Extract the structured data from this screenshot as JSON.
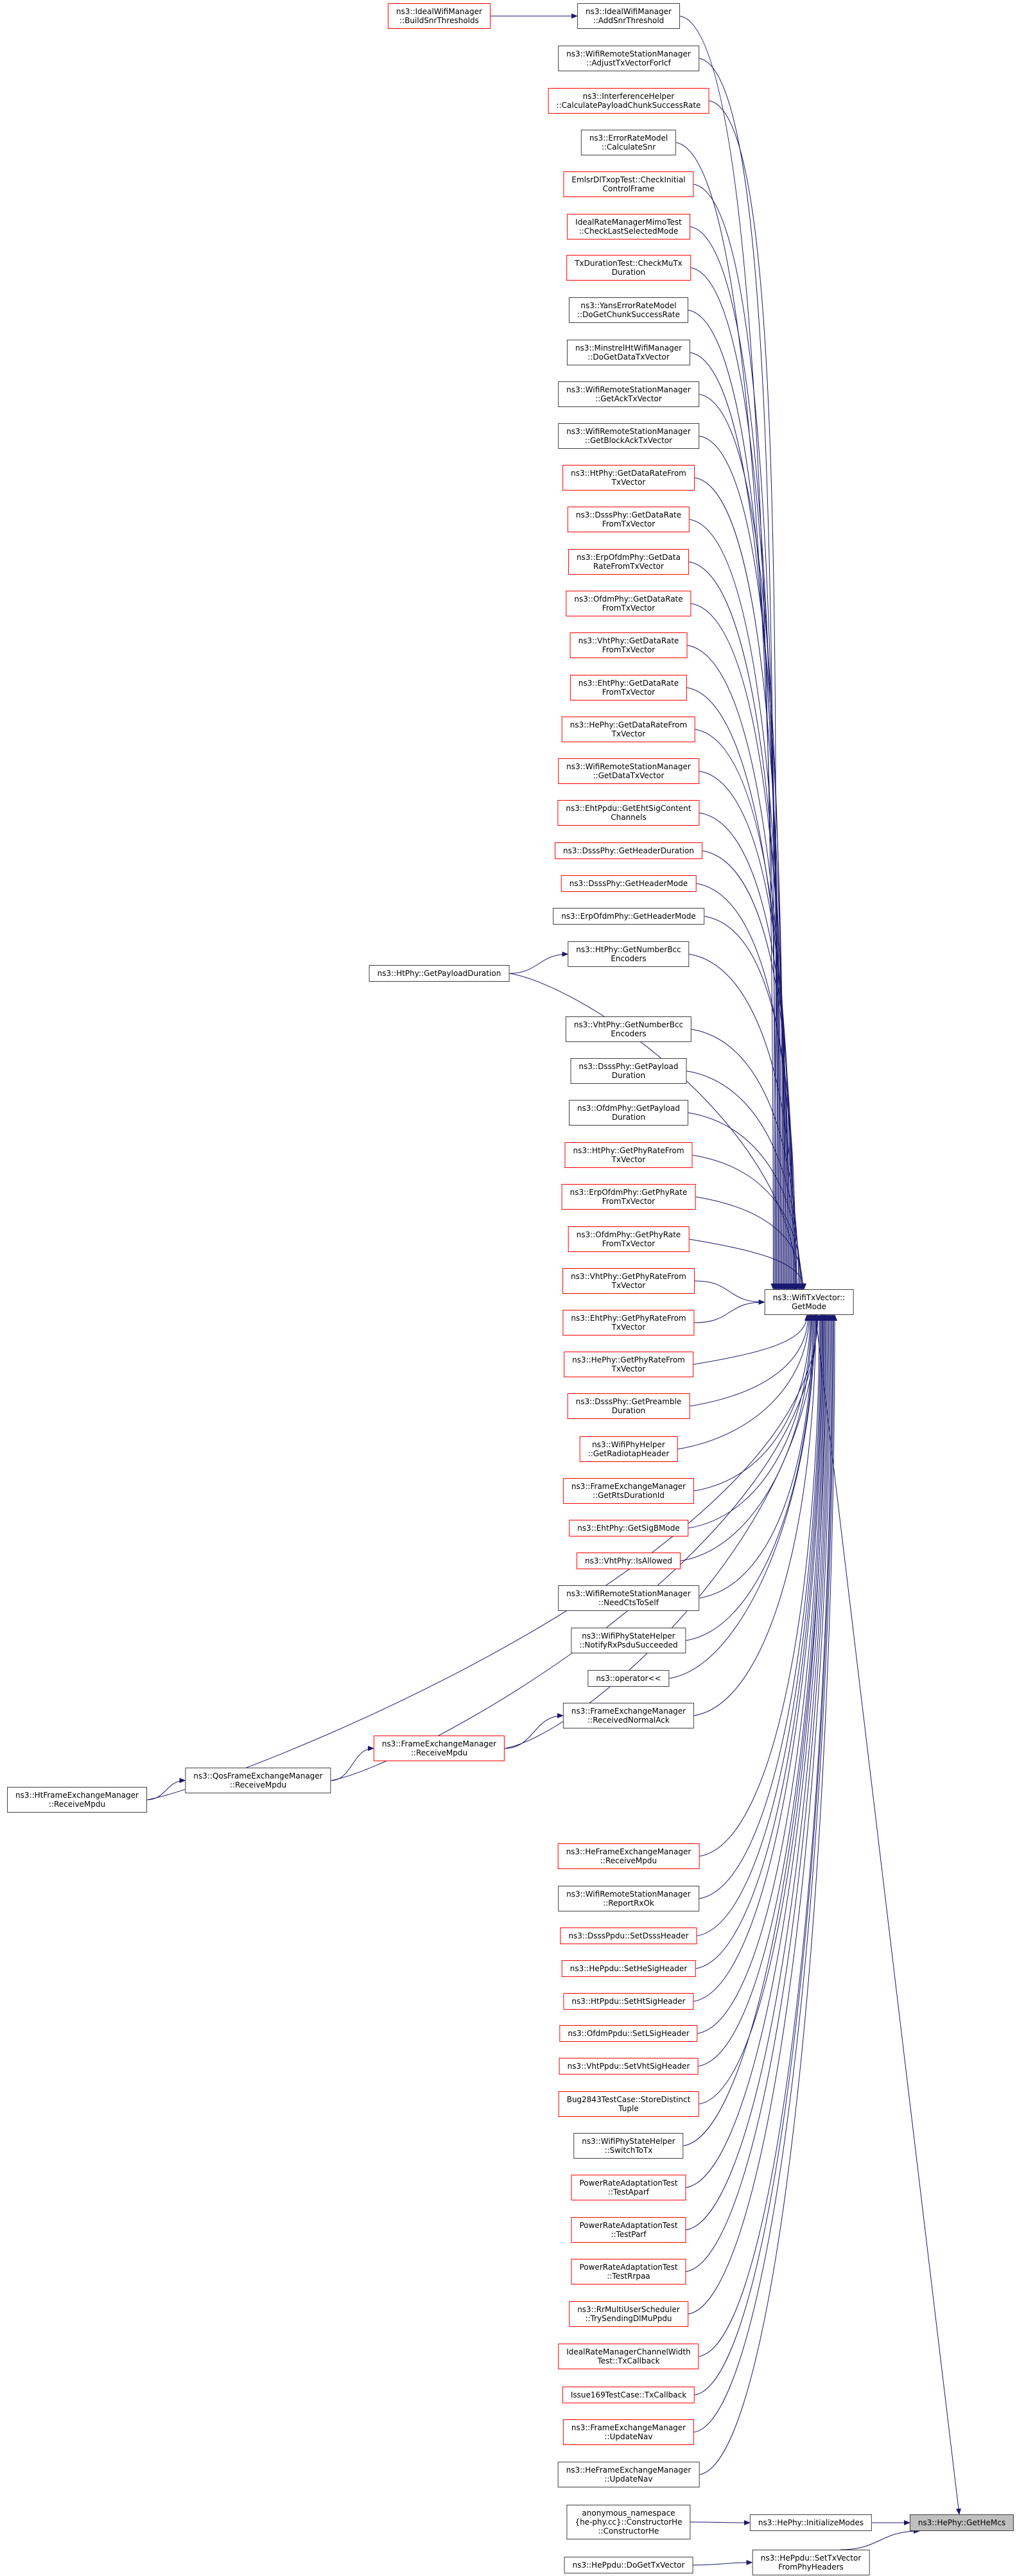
{
  "colors": {
    "edge": "#191970",
    "red_border": "#ff0000",
    "black_border": "#404040",
    "current_fill": "#bfbfbf"
  },
  "nodes": [
    {
      "label": "ns3::IdealWifiManager\n::AddSnrThreshold",
      "style": "black"
    },
    {
      "label": "ns3::WifiRemoteStationManager\n::AdjustTxVectorForIcf",
      "style": "black"
    },
    {
      "label": "ns3::InterferenceHelper\n::CalculatePayloadChunkSuccessRate",
      "style": "red"
    },
    {
      "label": "ns3::ErrorRateModel\n::CalculateSnr",
      "style": "black"
    },
    {
      "label": "EmlsrDlTxopTest::CheckInitial\nControlFrame",
      "style": "red"
    },
    {
      "label": "IdealRateManagerMimoTest\n::CheckLastSelectedMode",
      "style": "red"
    },
    {
      "label": "TxDurationTest::CheckMuTx\nDuration",
      "style": "red"
    },
    {
      "label": "ns3::YansErrorRateModel\n::DoGetChunkSuccessRate",
      "style": "black"
    },
    {
      "label": "ns3::MinstrelHtWifiManager\n::DoGetDataTxVector",
      "style": "black"
    },
    {
      "label": "ns3::WifiRemoteStationManager\n::GetAckTxVector",
      "style": "black"
    },
    {
      "label": "ns3::WifiRemoteStationManager\n::GetBlockAckTxVector",
      "style": "black"
    },
    {
      "label": "ns3::HtPhy::GetDataRateFrom\nTxVector",
      "style": "red"
    },
    {
      "label": "ns3::DsssPhy::GetDataRate\nFromTxVector",
      "style": "red"
    },
    {
      "label": "ns3::ErpOfdmPhy::GetData\nRateFromTxVector",
      "style": "red"
    },
    {
      "label": "ns3::OfdmPhy::GetDataRate\nFromTxVector",
      "style": "red"
    },
    {
      "label": "ns3::VhtPhy::GetDataRate\nFromTxVector",
      "style": "red"
    },
    {
      "label": "ns3::EhtPhy::GetDataRate\nFromTxVector",
      "style": "red"
    },
    {
      "label": "ns3::HePhy::GetDataRateFrom\nTxVector",
      "style": "red"
    },
    {
      "label": "ns3::WifiRemoteStationManager\n::GetDataTxVector",
      "style": "red"
    },
    {
      "label": "ns3::EhtPpdu::GetEhtSigContent\nChannels",
      "style": "red"
    },
    {
      "label": "ns3::DsssPhy::GetHeaderDuration",
      "style": "red"
    },
    {
      "label": "ns3::DsssPhy::GetHeaderMode",
      "style": "red"
    },
    {
      "label": "ns3::ErpOfdmPhy::GetHeaderMode",
      "style": "black"
    },
    {
      "label": "ns3::HtPhy::GetNumberBcc\nEncoders",
      "style": "black"
    },
    {
      "label": "ns3::VhtPhy::GetNumberBcc\nEncoders",
      "style": "black"
    },
    {
      "label": "ns3::DsssPhy::GetPayload\nDuration",
      "style": "black"
    },
    {
      "label": "ns3::OfdmPhy::GetPayload\nDuration",
      "style": "black"
    },
    {
      "label": "ns3::HtPhy::GetPhyRateFrom\nTxVector",
      "style": "red"
    },
    {
      "label": "ns3::ErpOfdmPhy::GetPhyRate\nFromTxVector",
      "style": "red"
    },
    {
      "label": "ns3::OfdmPhy::GetPhyRate\nFromTxVector",
      "style": "red"
    },
    {
      "label": "ns3::VhtPhy::GetPhyRateFrom\nTxVector",
      "style": "red"
    },
    {
      "label": "ns3::EhtPhy::GetPhyRateFrom\nTxVector",
      "style": "red"
    },
    {
      "label": "ns3::HePhy::GetPhyRateFrom\nTxVector",
      "style": "red"
    },
    {
      "label": "ns3::DsssPhy::GetPreamble\nDuration",
      "style": "red"
    },
    {
      "label": "ns3::WifiPhyHelper\n::GetRadiotapHeader",
      "style": "red"
    },
    {
      "label": "ns3::FrameExchangeManager\n::GetRtsDurationId",
      "style": "red"
    },
    {
      "label": "ns3::EhtPhy::GetSigBMode",
      "style": "red"
    },
    {
      "label": "ns3::VhtPhy::IsAllowed",
      "style": "red"
    },
    {
      "label": "ns3::WifiRemoteStationManager\n::NeedCtsToSelf",
      "style": "black"
    },
    {
      "label": "ns3::WifiPhyStateHelper\n::NotifyRxPsduSucceeded",
      "style": "black"
    },
    {
      "label": "ns3::operator<<",
      "style": "black"
    },
    {
      "label": "ns3::FrameExchangeManager\n::ReceivedNormalAck",
      "style": "black"
    },
    {
      "label": "ns3::HeFrameExchangeManager\n::ReceiveMpdu",
      "style": "red"
    },
    {
      "label": "ns3::WifiRemoteStationManager\n::ReportRxOk",
      "style": "black"
    },
    {
      "label": "ns3::DsssPpdu::SetDsssHeader",
      "style": "red"
    },
    {
      "label": "ns3::HePpdu::SetHeSigHeader",
      "style": "red"
    },
    {
      "label": "ns3::HtPpdu::SetHtSigHeader",
      "style": "red"
    },
    {
      "label": "ns3::OfdmPpdu::SetLSigHeader",
      "style": "red"
    },
    {
      "label": "ns3::VhtPpdu::SetVhtSigHeader",
      "style": "red"
    },
    {
      "label": "Bug2843TestCase::StoreDistinct\nTuple",
      "style": "red"
    },
    {
      "label": "ns3::WifiPhyStateHelper\n::SwitchToTx",
      "style": "black"
    },
    {
      "label": "PowerRateAdaptationTest\n::TestAparf",
      "style": "red"
    },
    {
      "label": "PowerRateAdaptationTest\n::TestParf",
      "style": "red"
    },
    {
      "label": "PowerRateAdaptationTest\n::TestRrpaa",
      "style": "red"
    },
    {
      "label": "ns3::RrMultiUserScheduler\n::TrySendingDlMuPpdu",
      "style": "red"
    },
    {
      "label": "IdealRateManagerChannelWidth\nTest::TxCallback",
      "style": "red"
    },
    {
      "label": "Issue169TestCase::TxCallback",
      "style": "red"
    },
    {
      "label": "ns3::FrameExchangeManager\n::UpdateNav",
      "style": "red"
    },
    {
      "label": "ns3::HeFrameExchangeManager\n::UpdateNav",
      "style": "black"
    },
    {
      "label": "anonymous_namespace\n{he-phy.cc}::ConstructorHe\n::ConstructorHe",
      "style": "black"
    },
    {
      "label": "ns3::HePpdu::DoGetTxVector",
      "style": "black"
    },
    {
      "label": "ns3::IdealWifiManager\n::BuildSnrThresholds",
      "style": "red"
    },
    {
      "label": "ns3::HtPhy::GetPayloadDuration",
      "style": "black"
    },
    {
      "label": "ns3::FrameExchangeManager\n::ReceiveMpdu",
      "style": "red"
    },
    {
      "label": "ns3::QosFrameExchangeManager\n::ReceiveMpdu",
      "style": "black"
    },
    {
      "label": "ns3::HtFrameExchangeManager\n::ReceiveMpdu",
      "style": "black"
    },
    {
      "label": "ns3::WifiTxVector::\nGetMode",
      "style": "black"
    },
    {
      "label": "ns3::HePhy::InitializeModes",
      "style": "black"
    },
    {
      "label": "ns3::HePpdu::SetTxVector\nFromPhyHeaders",
      "style": "black"
    },
    {
      "label": "ns3::HePhy::GetHeMcs",
      "style": "current"
    }
  ],
  "edges": [
    [
      61,
      0
    ],
    [
      62,
      23
    ],
    [
      63,
      41
    ],
    [
      64,
      63
    ],
    [
      65,
      64
    ],
    [
      59,
      67
    ],
    [
      60,
      68
    ],
    [
      67,
      69
    ],
    [
      68,
      69
    ],
    [
      66,
      69
    ],
    [
      62,
      66
    ],
    [
      63,
      66
    ],
    [
      64,
      66
    ],
    [
      65,
      66
    ]
  ],
  "edges_to_getmode_from_column": 59
}
